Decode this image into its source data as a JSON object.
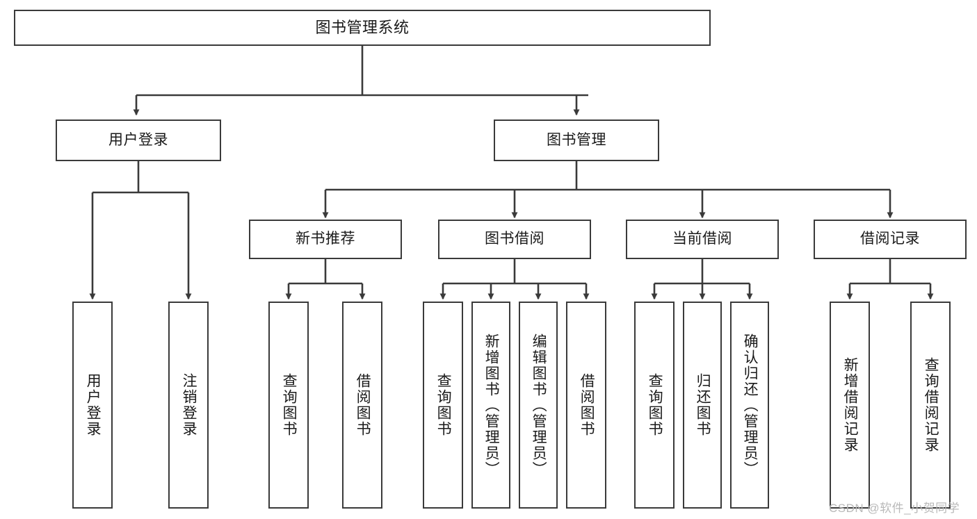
{
  "diagram": {
    "title": "图书管理系统",
    "type": "tree-hierarchy",
    "orientation": "top-down",
    "colors": {
      "node_border": "#3a3a3a",
      "node_fill": "#ffffff",
      "edge": "#3a3a3a",
      "text": "#1a1a1a",
      "background": "#ffffff",
      "watermark": "#b9b9b9"
    },
    "levels": {
      "root": {
        "label": "图书管理系统"
      },
      "level2": [
        {
          "label": "用户登录"
        },
        {
          "label": "图书管理"
        }
      ],
      "level3": [
        {
          "label": "新书推荐"
        },
        {
          "label": "图书借阅"
        },
        {
          "label": "当前借阅"
        },
        {
          "label": "借阅记录"
        }
      ],
      "leaves": [
        {
          "label": "用户登录",
          "parent": "用户登录"
        },
        {
          "label": "注销登录",
          "parent": "用户登录"
        },
        {
          "label": "查询图书",
          "parent": "新书推荐"
        },
        {
          "label": "借阅图书",
          "parent": "新书推荐"
        },
        {
          "label": "查询图书",
          "parent": "图书借阅"
        },
        {
          "label": "新增图书（管理员）",
          "parent": "图书借阅"
        },
        {
          "label": "编辑图书（管理员）",
          "parent": "图书借阅"
        },
        {
          "label": "借阅图书",
          "parent": "图书借阅"
        },
        {
          "label": "查询图书",
          "parent": "当前借阅"
        },
        {
          "label": "归还图书",
          "parent": "当前借阅"
        },
        {
          "label": "确认归还（管理员）",
          "parent": "当前借阅"
        },
        {
          "label": "新增借阅记录",
          "parent": "借阅记录"
        },
        {
          "label": "查询借阅记录",
          "parent": "借阅记录"
        }
      ]
    }
  },
  "watermark": {
    "text": "CSDN @软件_小贺同学"
  }
}
